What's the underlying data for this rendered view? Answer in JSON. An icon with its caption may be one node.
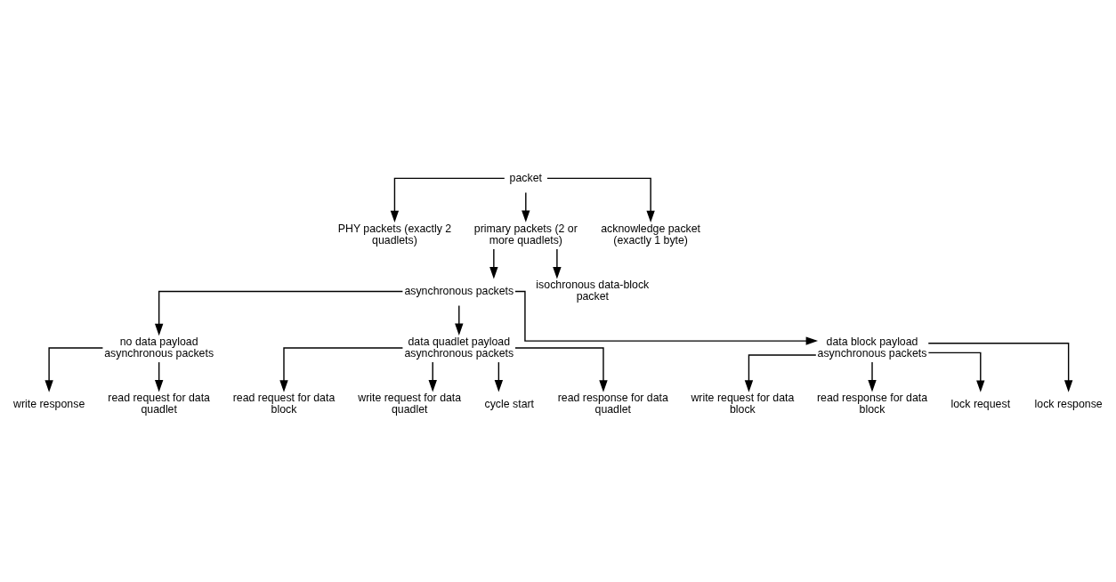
{
  "diagram": {
    "nodes": [
      {
        "text": [
          "packet"
        ]
      },
      {
        "text": [
          "PHY packets (exactly 2 quadlets)"
        ]
      },
      {
        "text": [
          "primary packets (2 or more quadlets)"
        ]
      },
      {
        "text": [
          "acknowledge packet (exactly 1 byte)"
        ]
      },
      {
        "text": [
          "asynchronous packets"
        ]
      },
      {
        "text": [
          "isochronous data-block packet"
        ]
      },
      {
        "text": [
          "no data payload asynchronous packets"
        ]
      },
      {
        "text": [
          "data quadlet payload asynchronous packets"
        ]
      },
      {
        "text": [
          "data block payload asynchronous packets"
        ]
      },
      {
        "text": [
          "write response"
        ]
      },
      {
        "text": [
          "read request for data quadlet"
        ]
      },
      {
        "text": [
          "read request for data block"
        ]
      },
      {
        "text": [
          "write request for data quadlet"
        ]
      },
      {
        "text": [
          "cycle start"
        ]
      },
      {
        "text": [
          "read response for data quadlet"
        ]
      },
      {
        "text": [
          "write request for data block"
        ]
      },
      {
        "text": [
          "read response for data block"
        ]
      },
      {
        "text": [
          "lock request"
        ]
      },
      {
        "text": [
          "lock response"
        ]
      }
    ],
    "edges": [
      {
        "from": 0,
        "to": 1,
        "arrow": "to"
      },
      {
        "from": 0,
        "to": 2,
        "arrow": "to"
      },
      {
        "from": 0,
        "to": 3,
        "arrow": "to"
      },
      {
        "from": 2,
        "to": 4,
        "arrow": "to"
      },
      {
        "from": 2,
        "to": 5,
        "arrow": "to"
      },
      {
        "from": 4,
        "to": 6,
        "arrow": "to"
      },
      {
        "from": 4,
        "to": 7,
        "arrow": "to"
      },
      {
        "from": 4,
        "to": 8,
        "arrow": "to"
      },
      {
        "from": 6,
        "to": 9,
        "arrow": "to"
      },
      {
        "from": 6,
        "to": 10,
        "arrow": "to"
      },
      {
        "from": 7,
        "to": 11,
        "arrow": "to"
      },
      {
        "from": 7,
        "to": 12,
        "arrow": "to"
      },
      {
        "from": 7,
        "to": 13,
        "arrow": "to"
      },
      {
        "from": 7,
        "to": 14,
        "arrow": "to"
      },
      {
        "from": 8,
        "to": 15,
        "arrow": "to"
      },
      {
        "from": 8,
        "to": 16,
        "arrow": "to"
      },
      {
        "from": 8,
        "to": 17,
        "arrow": "to"
      },
      {
        "from": 8,
        "to": 18,
        "arrow": "to"
      }
    ]
  }
}
